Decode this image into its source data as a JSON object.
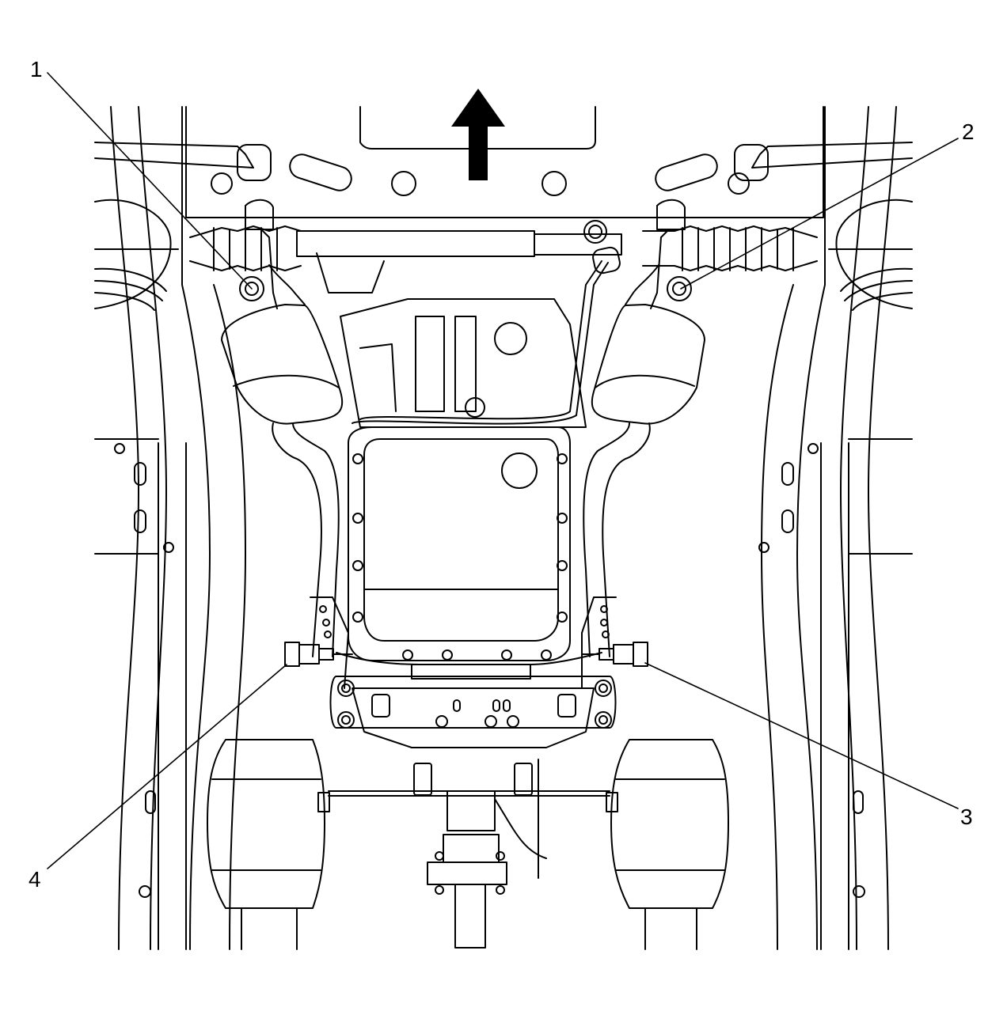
{
  "diagram": {
    "callouts": [
      "1",
      "2",
      "3",
      "4"
    ],
    "colors": {
      "line": "#000000",
      "background": "#ffffff"
    },
    "icons": [
      "up-arrow-icon"
    ]
  }
}
